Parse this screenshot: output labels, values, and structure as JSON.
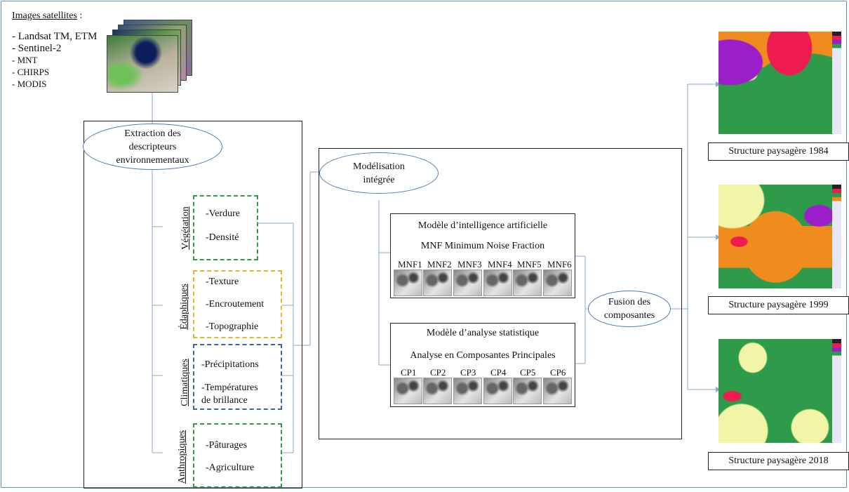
{
  "sources": {
    "title": "Images satellites",
    "title_suffix": " :",
    "items": [
      "- Landsat TM, ETM",
      "- Sentinel-2",
      "- MNT",
      "- CHIRPS",
      "- MODIS"
    ]
  },
  "extraction": {
    "label": "Extraction des descripteurs environnementaux",
    "line1": "Extraction des",
    "line2": "descripteurs",
    "line3": "environnementaux"
  },
  "groups": [
    {
      "name": "Végétation",
      "color": "#2e9b4b",
      "items": [
        "-Verdure",
        "-Densité"
      ]
    },
    {
      "name": "Édaphiques",
      "color": "#e8b52a",
      "items": [
        "-Texture",
        "-Encroutement",
        "-Topographie"
      ]
    },
    {
      "name": "Climatiques",
      "color": "#3c64a8",
      "items": [
        "-Précipitations",
        "-Températures",
        "de brillance"
      ]
    },
    {
      "name": "Anthropiques",
      "color": "#2e9b4b",
      "items": [
        "-Pâturages",
        "-Agriculture"
      ]
    }
  ],
  "modelisation": {
    "line1": "Modélisation",
    "line2": "intégrée"
  },
  "ai_model": {
    "title": "Modèle d’intelligence artificielle",
    "subtitle": "MNF Minimum Noise Fraction",
    "components": [
      "MNF1",
      "MNF2",
      "MNF3",
      "MNF4",
      "MNF5",
      "MNF6"
    ]
  },
  "stat_model": {
    "title": "Modèle d’analyse statistique",
    "subtitle": "Analyse en Composantes Principales",
    "components": [
      "CP1",
      "CP2",
      "CP3",
      "CP4",
      "CP5",
      "CP6"
    ]
  },
  "fusion": {
    "line1": "Fusion des",
    "line2": "composantes"
  },
  "outputs": [
    {
      "caption": "Structure paysagère 1984"
    },
    {
      "caption": "Structure paysagère 1999"
    },
    {
      "caption": "Structure paysagère 2018"
    }
  ],
  "colors": {
    "green": "#2e9b4b",
    "orange": "#f08c1e",
    "purple": "#9b1fc9",
    "red": "#ee1c4e",
    "cream": "#f1f5a8",
    "ellipse_border": "#4a7bb7"
  }
}
